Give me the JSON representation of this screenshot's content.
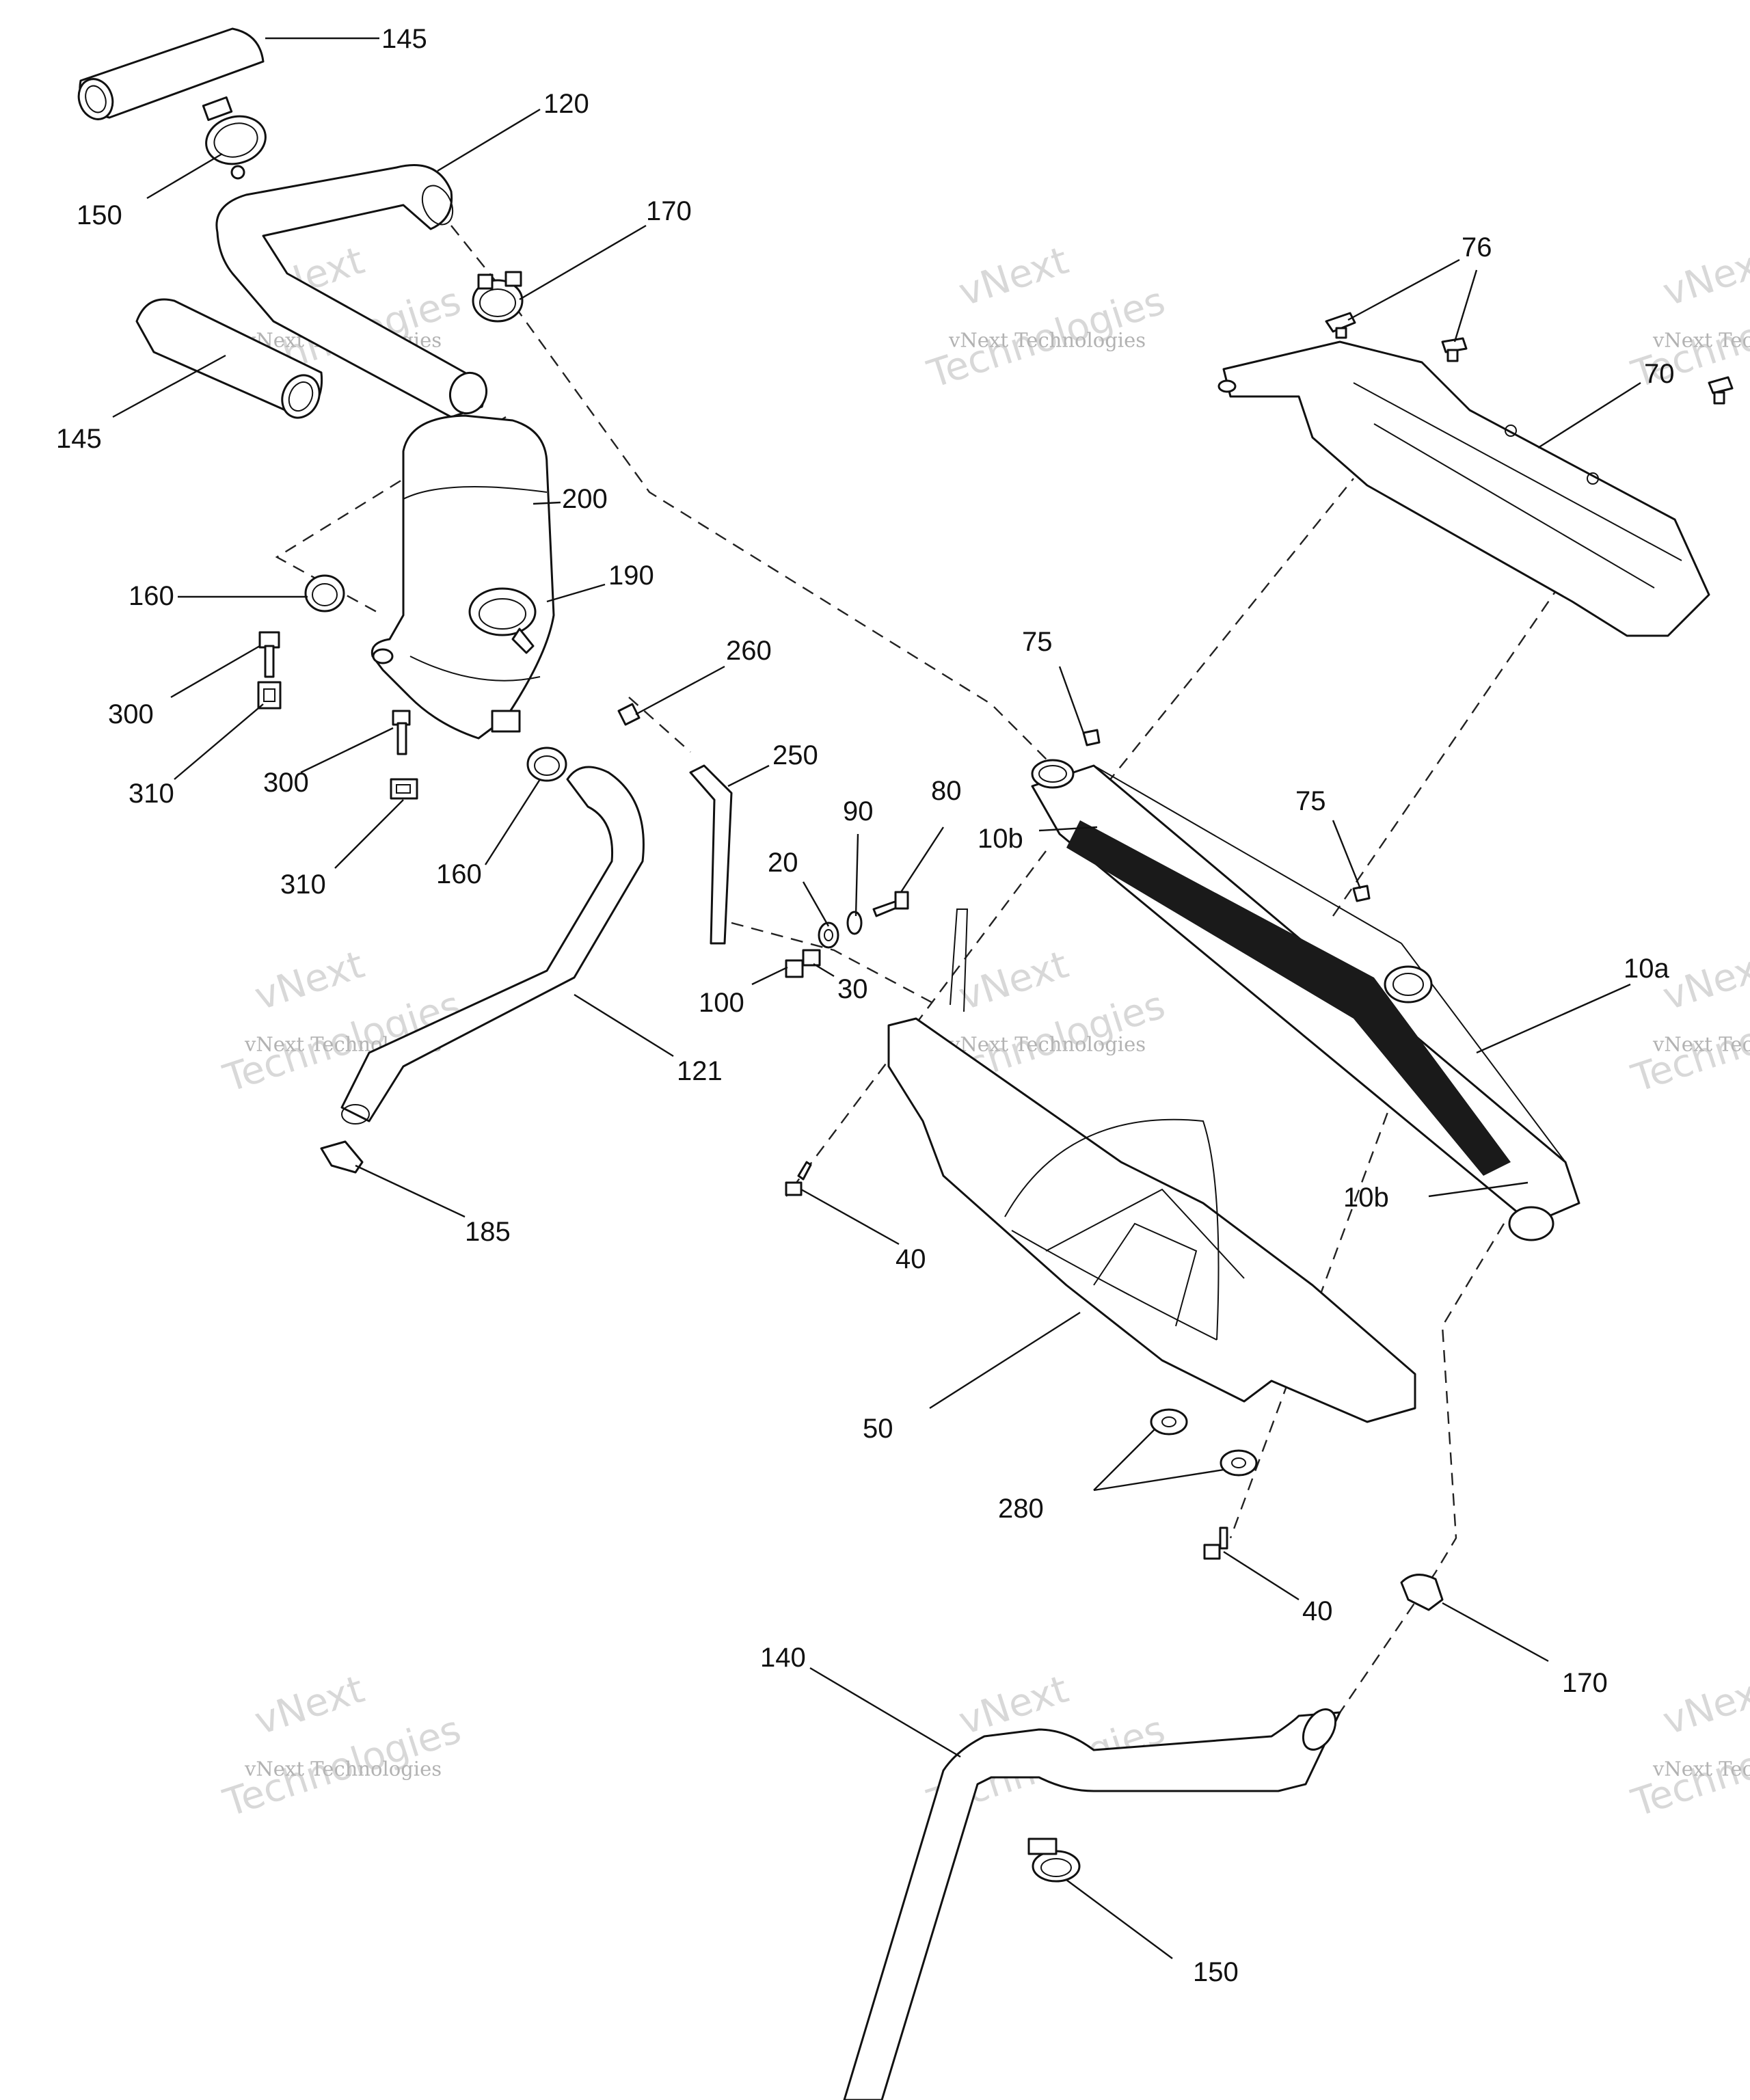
{
  "watermark": {
    "line1": "vNext",
    "line2": "vNext Technologies",
    "line3": "Technologies"
  },
  "callouts": {
    "c145a": "145",
    "c120": "120",
    "c150a": "150",
    "c170a": "170",
    "c145b": "145",
    "c76": "76",
    "c70": "70",
    "c200": "200",
    "c190": "190",
    "c160a": "160",
    "c300a": "300",
    "c310a": "310",
    "c260": "260",
    "c300b": "300",
    "c310b": "310",
    "c160b": "160",
    "c250": "250",
    "c75a": "75",
    "c75b": "75",
    "c90": "90",
    "c80": "80",
    "c20": "20",
    "c10b_top": "10b",
    "c100": "100",
    "c30": "30",
    "c10a": "10a",
    "c121": "121",
    "c10b_bot": "10b",
    "c185": "185",
    "c40a": "40",
    "c50": "50",
    "c280": "280",
    "c40b": "40",
    "c170b": "170",
    "c140": "140",
    "c150b": "150"
  }
}
